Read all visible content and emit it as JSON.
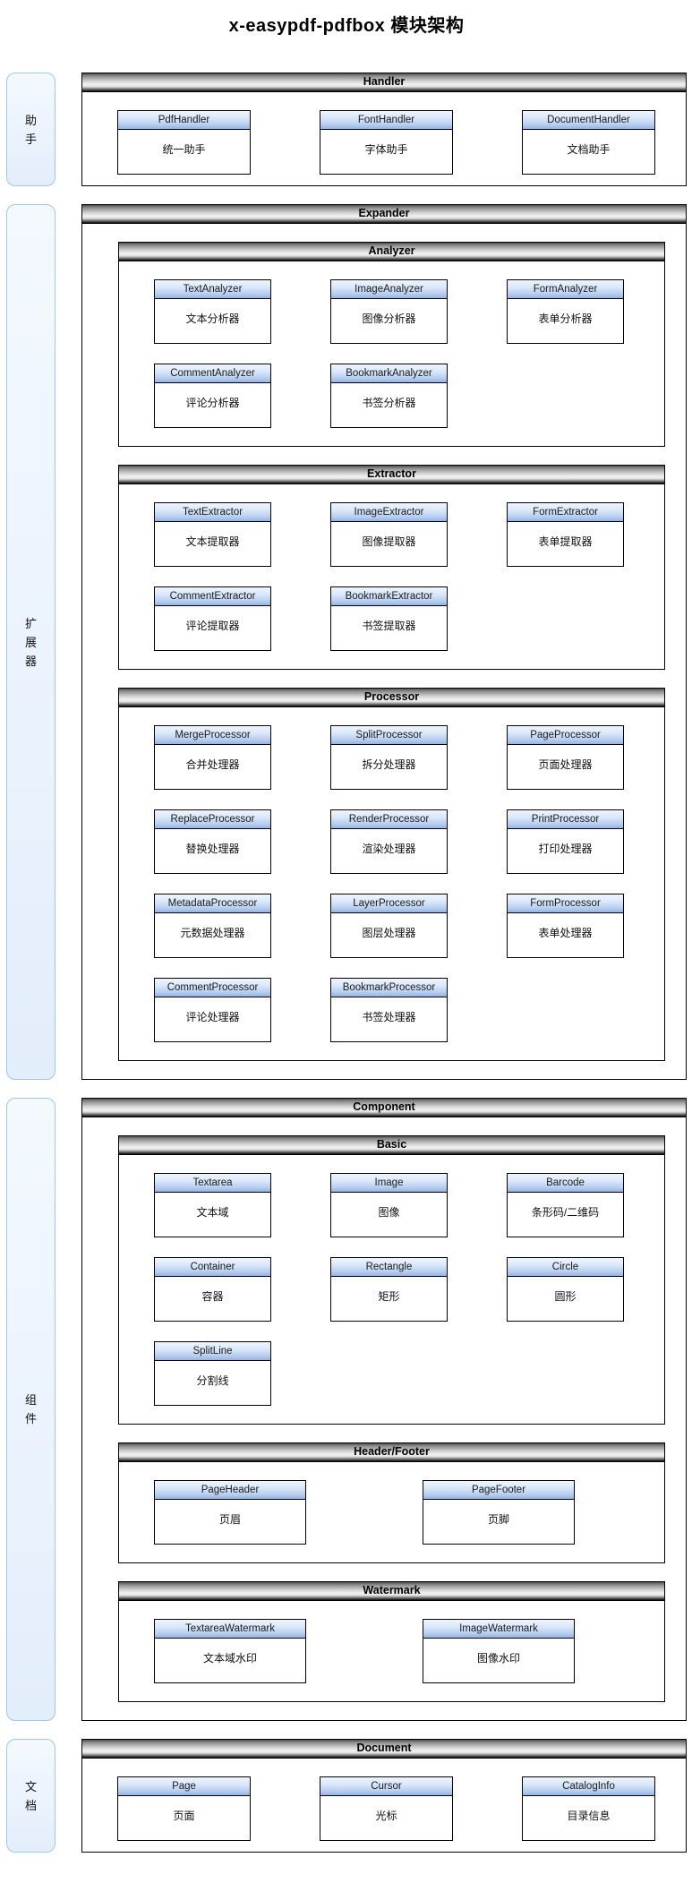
{
  "title": "x-easypdf-pdfbox 模块架构",
  "colors": {
    "section_bar_light": "#f2f2f2",
    "section_bar_dark": "#0a0a0a",
    "box_header_top": "#dae8fc",
    "box_header_bottom": "#7ea6e0",
    "box_border": "#000000",
    "sidebar_bg": "#eaf2fd",
    "sidebar_border": "#a3c6ec"
  },
  "sidebar": {
    "handler": "助手",
    "expander": "扩展器",
    "component": "组件",
    "document": "文档"
  },
  "handler": {
    "label": "Handler",
    "boxes": [
      {
        "title": "PdfHandler",
        "desc": "统一助手"
      },
      {
        "title": "FontHandler",
        "desc": "字体助手"
      },
      {
        "title": "DocumentHandler",
        "desc": "文档助手"
      }
    ]
  },
  "expander": {
    "label": "Expander",
    "analyzer": {
      "label": "Analyzer",
      "boxes": [
        {
          "title": "TextAnalyzer",
          "desc": "文本分析器"
        },
        {
          "title": "ImageAnalyzer",
          "desc": "图像分析器"
        },
        {
          "title": "FormAnalyzer",
          "desc": "表单分析器"
        },
        {
          "title": "CommentAnalyzer",
          "desc": "评论分析器"
        },
        {
          "title": "BookmarkAnalyzer",
          "desc": "书签分析器"
        }
      ]
    },
    "extractor": {
      "label": "Extractor",
      "boxes": [
        {
          "title": "TextExtractor",
          "desc": "文本提取器"
        },
        {
          "title": "ImageExtractor",
          "desc": "图像提取器"
        },
        {
          "title": "FormExtractor",
          "desc": "表单提取器"
        },
        {
          "title": "CommentExtractor",
          "desc": "评论提取器"
        },
        {
          "title": "BookmarkExtractor",
          "desc": "书签提取器"
        }
      ]
    },
    "processor": {
      "label": "Processor",
      "boxes": [
        {
          "title": "MergeProcessor",
          "desc": "合并处理器"
        },
        {
          "title": "SplitProcessor",
          "desc": "拆分处理器"
        },
        {
          "title": "PageProcessor",
          "desc": "页面处理器"
        },
        {
          "title": "ReplaceProcessor",
          "desc": "替换处理器"
        },
        {
          "title": "RenderProcessor",
          "desc": "渲染处理器"
        },
        {
          "title": "PrintProcessor",
          "desc": "打印处理器"
        },
        {
          "title": "MetadataProcessor",
          "desc": "元数据处理器"
        },
        {
          "title": "LayerProcessor",
          "desc": "图层处理器"
        },
        {
          "title": "FormProcessor",
          "desc": "表单处理器"
        },
        {
          "title": "CommentProcessor",
          "desc": "评论处理器"
        },
        {
          "title": "BookmarkProcessor",
          "desc": "书签处理器"
        }
      ]
    }
  },
  "component": {
    "label": "Component",
    "basic": {
      "label": "Basic",
      "boxes": [
        {
          "title": "Textarea",
          "desc": "文本域"
        },
        {
          "title": "Image",
          "desc": "图像"
        },
        {
          "title": "Barcode",
          "desc": "条形码/二维码"
        },
        {
          "title": "Container",
          "desc": "容器"
        },
        {
          "title": "Rectangle",
          "desc": "矩形"
        },
        {
          "title": "Circle",
          "desc": "圆形"
        },
        {
          "title": "SplitLine",
          "desc": "分割线"
        }
      ]
    },
    "headerfooter": {
      "label": "Header/Footer",
      "boxes": [
        {
          "title": "PageHeader",
          "desc": "页眉"
        },
        {
          "title": "PageFooter",
          "desc": "页脚"
        }
      ]
    },
    "watermark": {
      "label": "Watermark",
      "boxes": [
        {
          "title": "TextareaWatermark",
          "desc": "文本域水印"
        },
        {
          "title": "ImageWatermark",
          "desc": "图像水印"
        }
      ]
    }
  },
  "document": {
    "label": "Document",
    "boxes": [
      {
        "title": "Page",
        "desc": "页面"
      },
      {
        "title": "Cursor",
        "desc": "光标"
      },
      {
        "title": "CatalogInfo",
        "desc": "目录信息"
      }
    ]
  }
}
